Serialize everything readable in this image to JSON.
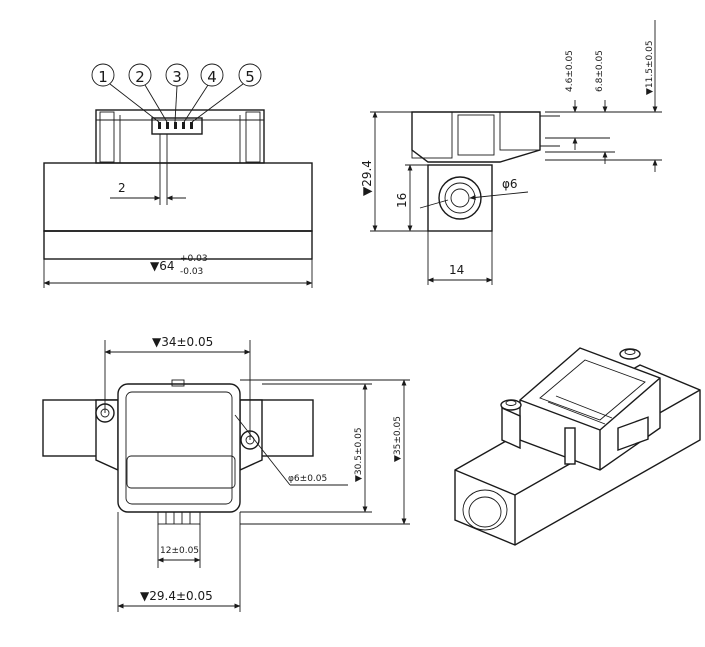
{
  "pins": [
    "1",
    "2",
    "3",
    "4",
    "5"
  ],
  "dims": {
    "pin_pitch": "2",
    "length_64": "▼64",
    "tol_plus": "+0.03",
    "tol_minus": "-0.03",
    "height_29_4": "▼29.4",
    "height_16": "16",
    "dia_6": "φ6",
    "width_14": "14",
    "v_4_6": "4.6±0.05",
    "v_6_8": "6.8±0.05",
    "v_11_5": "▼11.5±0.05",
    "w_34": "▼34±0.05",
    "h_30_5": "▼30.5±0.05",
    "h_35": "▼35±0.05",
    "hole_6": "φ6±0.05",
    "w_12": "12±0.05",
    "w_29_4": "▼29.4±0.05"
  }
}
